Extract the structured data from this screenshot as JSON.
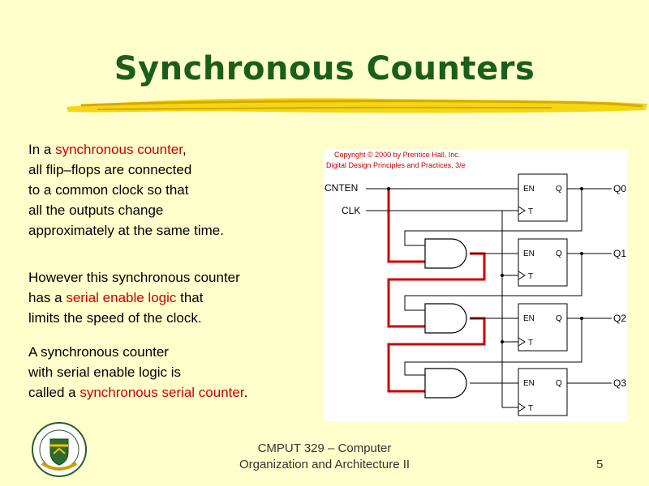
{
  "slide": {
    "title": "Synchronous Counters",
    "paragraph1": {
      "pre": "In a ",
      "highlight": "synchronous counter",
      "post": ",",
      "lines": [
        "all flip–flops are connected",
        "to a common clock so that",
        "all the outputs change",
        "approximately at the same time."
      ]
    },
    "paragraph2": {
      "line1": "However this synchronous counter",
      "line2_pre": "has a ",
      "line2_highlight": "serial enable logic",
      "line2_post": " that",
      "line3": "limits the speed of the clock."
    },
    "paragraph3": {
      "line1": "A synchronous counter",
      "line2": "with serial enable logic is",
      "line3_pre": "called a ",
      "line3_highlight": "synchronous serial counter",
      "line3_post": "."
    }
  },
  "diagram": {
    "copyright_line1": "Copyright © 2000 by Prentice Hall, Inc.",
    "copyright_line2": "Digital Design Principles and Practices, 3/e",
    "input_cnten": "CNTEN",
    "input_clk": "CLK",
    "ff_en": "EN",
    "ff_q": "Q",
    "ff_t": "T",
    "outputs": [
      "Q0",
      "Q1",
      "Q2",
      "Q3"
    ]
  },
  "footer": {
    "course_line1": "CMPUT 329 – Computer",
    "course_line2": "Organization and Architecture II",
    "page_number": "5"
  },
  "colors": {
    "background": "#ffffcc",
    "title": "#1a5e1a",
    "highlight": "#cc0000",
    "accent_stroke": "#e8c000"
  }
}
